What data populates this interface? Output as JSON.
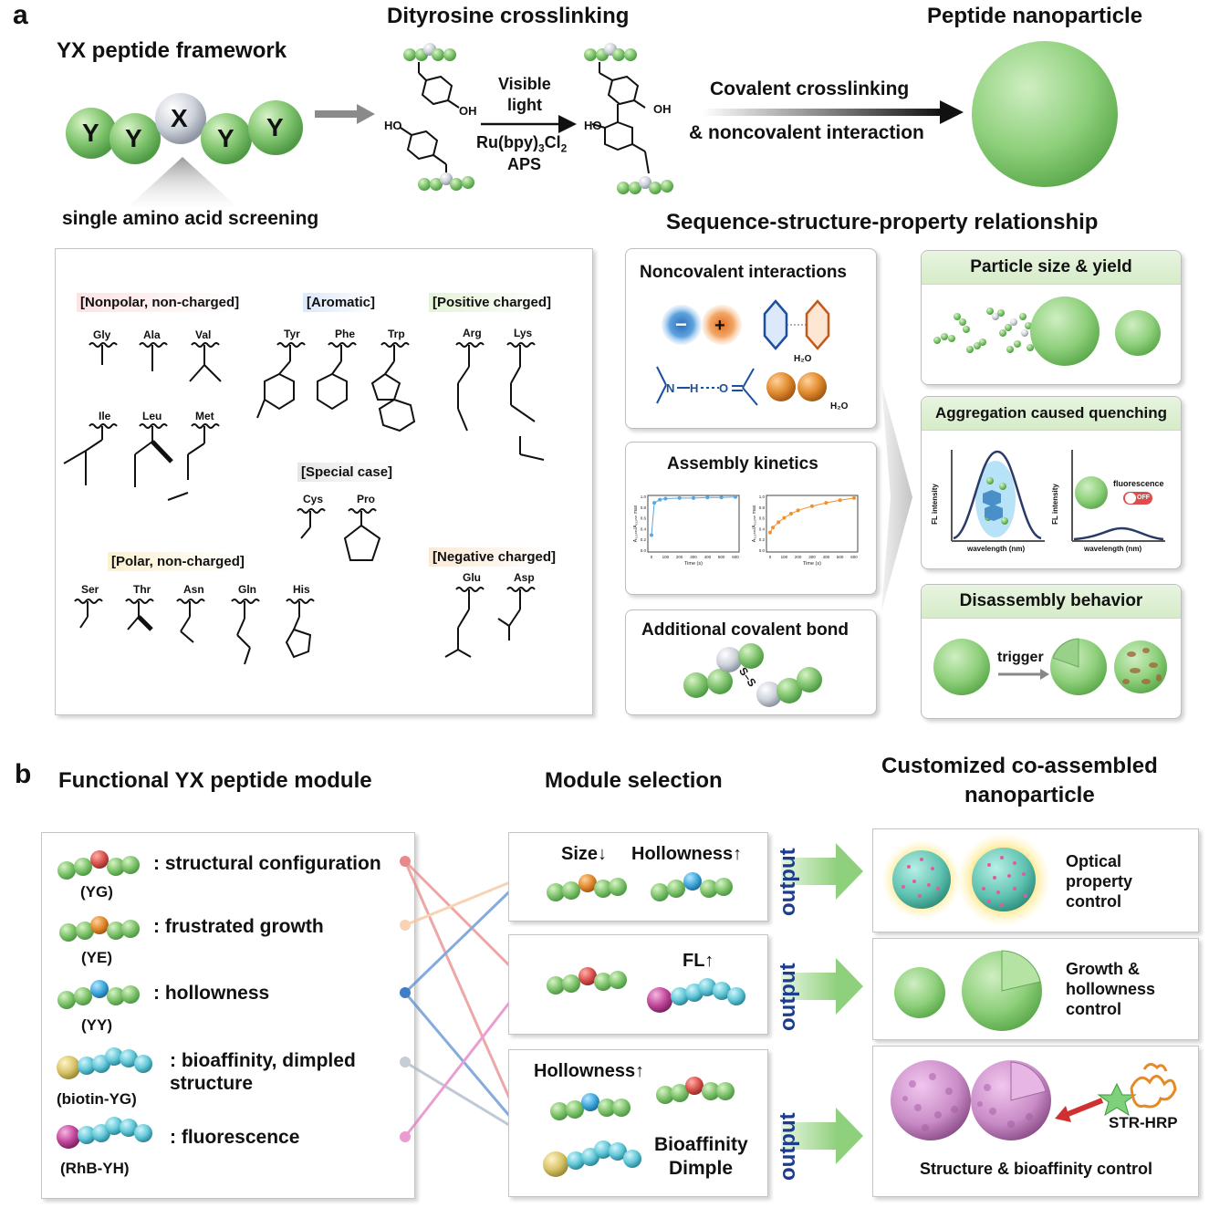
{
  "panel_a": {
    "letter": "a",
    "framework_title": "YX peptide framework",
    "beads": [
      "Y",
      "Y",
      "X",
      "Y",
      "Y"
    ],
    "screening_label": "single amino acid screening",
    "dityrosine_title": "Dityrosine crosslinking",
    "reaction_conditions": {
      "line1": "Visible",
      "line2": "light",
      "reagent": "Ru(bpy)3Cl2",
      "reagent_main": "Ru(bpy)",
      "reagent_sub1": "3",
      "reagent_mid": "Cl",
      "reagent_sub2": "2",
      "aps": "APS"
    },
    "oh_label": "OH",
    "ho_label": "HO",
    "nanoparticle_title": "Peptide nanoparticle",
    "arrow_line1": "Covalent crosslinking",
    "arrow_line2": "& noncovalent interaction",
    "relationship_title": "Sequence-structure-property  relationship",
    "categories": {
      "nonpolar": "[Nonpolar, non-charged]",
      "aromatic": "[Aromatic]",
      "positive": "[Positive charged]",
      "special": "[Special case]",
      "polar": "[Polar, non-charged]",
      "negative": "[Negative charged]"
    },
    "amino_acids": {
      "gly": "Gly",
      "ala": "Ala",
      "val": "Val",
      "ile": "Ile",
      "leu": "Leu",
      "met": "Met",
      "tyr": "Tyr",
      "phe": "Phe",
      "trp": "Trp",
      "arg": "Arg",
      "lys": "Lys",
      "cys": "Cys",
      "pro": "Pro",
      "ser": "Ser",
      "thr": "Thr",
      "asn": "Asn",
      "gln": "Gln",
      "his": "His",
      "glu": "Glu",
      "asp": "Asp"
    },
    "noncovalent_title": "Noncovalent interactions",
    "h2o": "H₂O",
    "kinetics_title": "Assembly kinetics",
    "kinetics_ylabel": "A₃₁₅ₙₘ/A₃₁₅ₙₘ max",
    "kinetics_xlabel": "Time (s)",
    "kinetics_xticks": [
      "0",
      "100",
      "200",
      "300",
      "400",
      "500",
      "600"
    ],
    "kinetics_yticks": [
      "0.0",
      "0.2",
      "0.4",
      "0.6",
      "0.8",
      "1.0"
    ],
    "covalent_title": "Additional  covalent bond",
    "ss_label": "S–S",
    "particle_title": "Particle size & yield",
    "acq_title": "Aggregation  caused quenching",
    "fl_axis": "FL intensity",
    "wavelength_axis": "wavelength (nm)",
    "fluorescence_label": "fluorescence",
    "off_label": "OFF",
    "disassembly_title": "Disassembly behavior",
    "trigger_label": "trigger"
  },
  "panel_b": {
    "letter": "b",
    "module_title": "Functional YX peptide module",
    "selection_title": "Module selection",
    "output_title_line1": "Customized co-assembled",
    "output_title_line2": "nanoparticle",
    "modules": [
      {
        "name": "(YG)",
        "desc": ": structural configuration"
      },
      {
        "name": "(YE)",
        "desc": ": frustrated growth"
      },
      {
        "name": "(YY)",
        "desc": ": hollowness"
      },
      {
        "name": "(biotin-YG)",
        "desc_line1": ": bioaffinity, dimpled",
        "desc_line2": "structure"
      },
      {
        "name": "(RhB-YH)",
        "desc": ": fluorescence"
      }
    ],
    "selection_labels": {
      "size": "Size↓",
      "hollowness": "Hollowness↑",
      "fl": "FL↑",
      "hollowness2": "Hollowness↑",
      "bioaffinity": "Bioaffinity",
      "dimple": "Dimple"
    },
    "output_word": "output",
    "results": {
      "r1_line1": "Optical",
      "r1_line2": "property",
      "r1_line3": "control",
      "r2_line1": "Growth &",
      "r2_line2": "hollowness",
      "r2_line3": "control",
      "r3": "Structure & bioaffinity control",
      "str_hrp": "STR-HRP"
    }
  },
  "colors": {
    "green_bead": "#7cc46a",
    "grey_bead": "#c9ced6",
    "red_bead": "#d9534f",
    "orange_bead": "#e08a2e",
    "blue_bead": "#3fa9dc",
    "cyan_bead": "#55c4d6",
    "yellow_bead": "#d8c46a",
    "magenta_bead": "#c0479a",
    "output_blue": "#1c3d8f"
  },
  "kinetics": {
    "left_series": [
      [
        0,
        0.28
      ],
      [
        20,
        0.88
      ],
      [
        60,
        0.94
      ],
      [
        100,
        0.96
      ],
      [
        200,
        0.97
      ],
      [
        300,
        0.97
      ],
      [
        400,
        0.98
      ],
      [
        500,
        0.98
      ],
      [
        600,
        0.99
      ]
    ],
    "right_series": [
      [
        0,
        0.33
      ],
      [
        20,
        0.42
      ],
      [
        60,
        0.52
      ],
      [
        100,
        0.6
      ],
      [
        150,
        0.68
      ],
      [
        200,
        0.74
      ],
      [
        300,
        0.82
      ],
      [
        400,
        0.88
      ],
      [
        500,
        0.93
      ],
      [
        600,
        0.97
      ]
    ]
  }
}
